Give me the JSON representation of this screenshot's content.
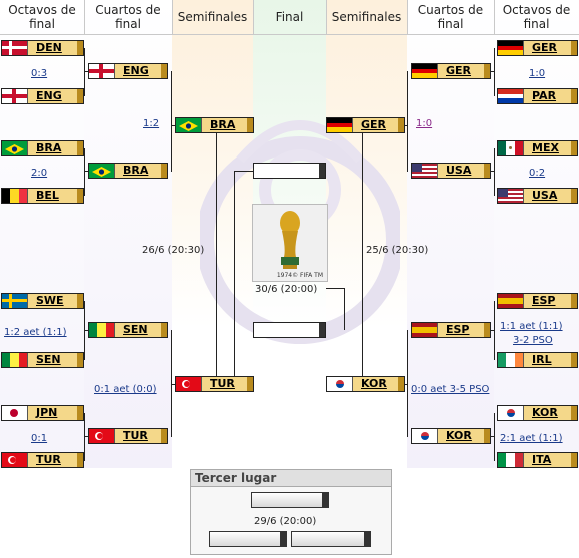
{
  "headers": {
    "r16_left": "Octavos de final",
    "qf_left": "Cuartos de final",
    "sf_left": "Semifinales",
    "final": "Final",
    "sf_right": "Semifinales",
    "qf_right": "Cuartos de final",
    "r16_right": "Octavos de final"
  },
  "teams": {
    "den": {
      "code": "DEN"
    },
    "eng": {
      "code": "ENG"
    },
    "bra": {
      "code": "BRA"
    },
    "bel": {
      "code": "BEL"
    },
    "swe": {
      "code": "SWE"
    },
    "sen": {
      "code": "SEN"
    },
    "jpn": {
      "code": "JPN"
    },
    "tur": {
      "code": "TUR"
    },
    "ger": {
      "code": "GER"
    },
    "par": {
      "code": "PAR"
    },
    "mex": {
      "code": "MEX"
    },
    "usa": {
      "code": "USA"
    },
    "esp": {
      "code": "ESP"
    },
    "irl": {
      "code": "IRL"
    },
    "kor": {
      "code": "KOR"
    },
    "ita": {
      "code": "ITA"
    }
  },
  "scores": {
    "den_eng": "0:3",
    "bra_bel": "2:0",
    "swe_sen": "1:2 aet (1:1)",
    "jpn_tur": "0:1",
    "eng_bra": "1:2",
    "sen_tur": "0:1 aet (0:0)",
    "ger_par": "1:0",
    "mex_usa": "0:2",
    "esp_irl_a": "1:1 aet (1:1)",
    "esp_irl_b": "3-2 PSO",
    "kor_ita": "2:1 aet (1:1)",
    "ger_usa": "1:0",
    "esp_kor": "0:0 aet 3-5 PSO"
  },
  "dates": {
    "sf_left": "26/6 (20:30)",
    "sf_right": "25/6 (20:30)",
    "final": "30/6 (20:00)",
    "third": "29/6 (20:00)"
  },
  "trophy_caption": "1974© FIFA TM",
  "third_place": {
    "title": "Tercer lugar"
  },
  "colors": {
    "team_fill": "#f4d88a",
    "team_shade": "#b98b1e",
    "link": "#1a3a8a",
    "visited_link": "#8a2a8a",
    "col_purple": "#f3f0fa",
    "col_orange": "#fdf0dc",
    "col_green": "#eef8ee"
  },
  "flags": {
    "den": "denmark-flag",
    "eng": "england-flag",
    "bra": "brazil-flag",
    "bel": "belgium-flag",
    "swe": "sweden-flag",
    "sen": "senegal-flag",
    "jpn": "japan-flag",
    "tur": "turkey-flag",
    "ger": "germany-flag",
    "par": "paraguay-flag",
    "mex": "mexico-flag",
    "usa": "usa-flag",
    "esp": "spain-flag",
    "irl": "ireland-flag",
    "kor": "korea-flag",
    "ita": "italy-flag"
  }
}
